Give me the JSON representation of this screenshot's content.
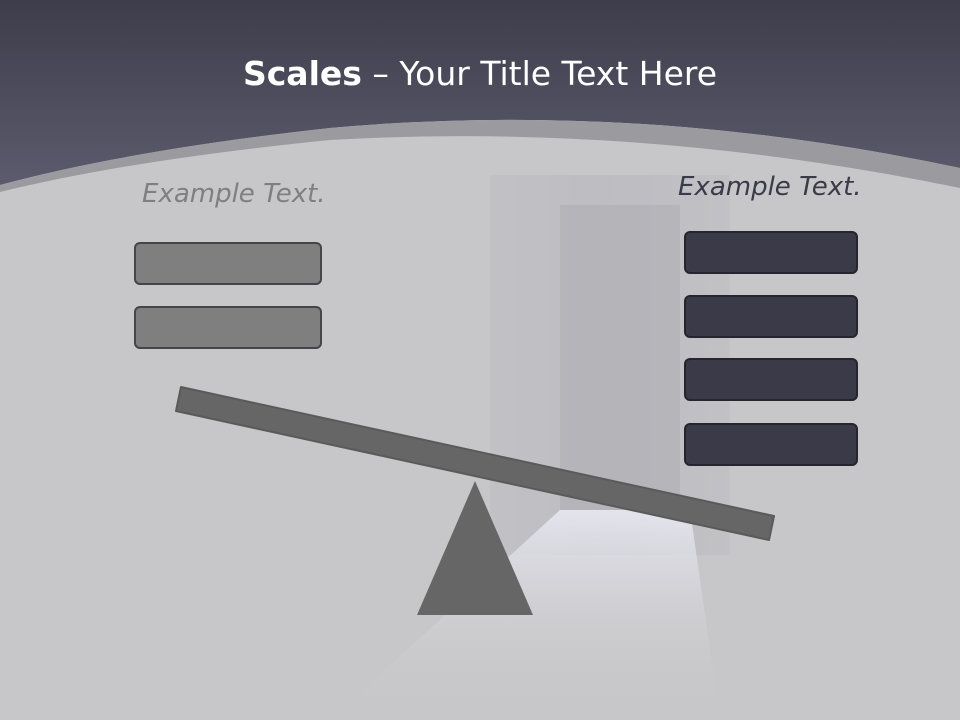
{
  "slide": {
    "title_bold": "Scales",
    "title_rest": " – Your Title Text Here",
    "left_label": "Example Text.",
    "right_label": "Example Text."
  },
  "diagram": {
    "left_boxes": 2,
    "right_boxes": 4,
    "tilt": "right side down"
  },
  "colors": {
    "header": "#4b4b5c",
    "background": "#c7c7c9",
    "left_box": "#7f7f7f",
    "right_box": "#3a3a48",
    "beam": "#666666"
  }
}
